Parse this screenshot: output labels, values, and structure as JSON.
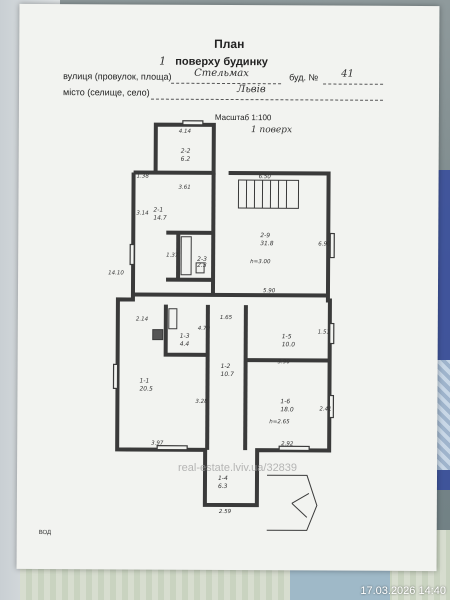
{
  "document": {
    "title_line1": "План",
    "floor_number": "1",
    "title_line2": "поверху будинку",
    "street_label": "вулиця (провулок, площа)",
    "street_value": "Стельмах",
    "building_label": "буд. №",
    "building_value": "41",
    "city_label": "місто (селище, село)",
    "city_value": "Львів",
    "scale_label": "Масштаб 1:100",
    "handwritten_note": "1 поверх",
    "corner_text": "ВОД"
  },
  "rooms": [
    {
      "id": "2-2",
      "area": "6.2"
    },
    {
      "id": "2-1",
      "area": "14.7"
    },
    {
      "id": "2-3",
      "area": "2.3"
    },
    {
      "id": "2-9",
      "area": "31.8"
    },
    {
      "id": "1-3",
      "area": "4.4"
    },
    {
      "id": "1-5",
      "area": "10.0"
    },
    {
      "id": "1-1",
      "area": "20.5"
    },
    {
      "id": "1-2",
      "area": "10.7"
    },
    {
      "id": "1-6",
      "area": "18.0"
    },
    {
      "id": "1-4",
      "area": "6.3"
    }
  ],
  "dimensions": [
    "4.14",
    "1.38",
    "3.61",
    "6.50",
    "3.14",
    "1.37",
    "6.90",
    "14.10",
    "5.90",
    "2.14",
    "1.65",
    "1.51",
    "3.90",
    "3.97",
    "2.92",
    "3.28",
    "2.59",
    "2.41",
    "4.70"
  ],
  "height_notes": [
    "h=3.00",
    "h=2.65"
  ],
  "watermark": "real-estate.lviv.ua/32839",
  "timestamp": "17.03.2026 14:40"
}
